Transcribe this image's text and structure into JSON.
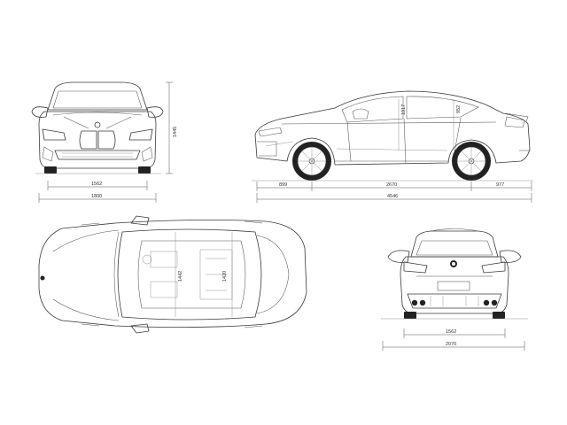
{
  "views": {
    "front": {
      "height_label": "1445",
      "track_label": "1562",
      "width_label": "1800"
    },
    "side": {
      "front_overhang_label": "899",
      "wheelbase_label": "2670",
      "rear_overhang_label": "977",
      "length_label": "4546",
      "headroom_front_label": "1017",
      "headroom_rear_label": "952"
    },
    "top": {
      "interior_width_front_label": "1442",
      "interior_width_rear_label": "1420"
    },
    "rear": {
      "track_label": "1562",
      "width_mirrors_label": "2070"
    }
  },
  "colors": {
    "line": "#3a3a3a",
    "background": "#ffffff"
  }
}
